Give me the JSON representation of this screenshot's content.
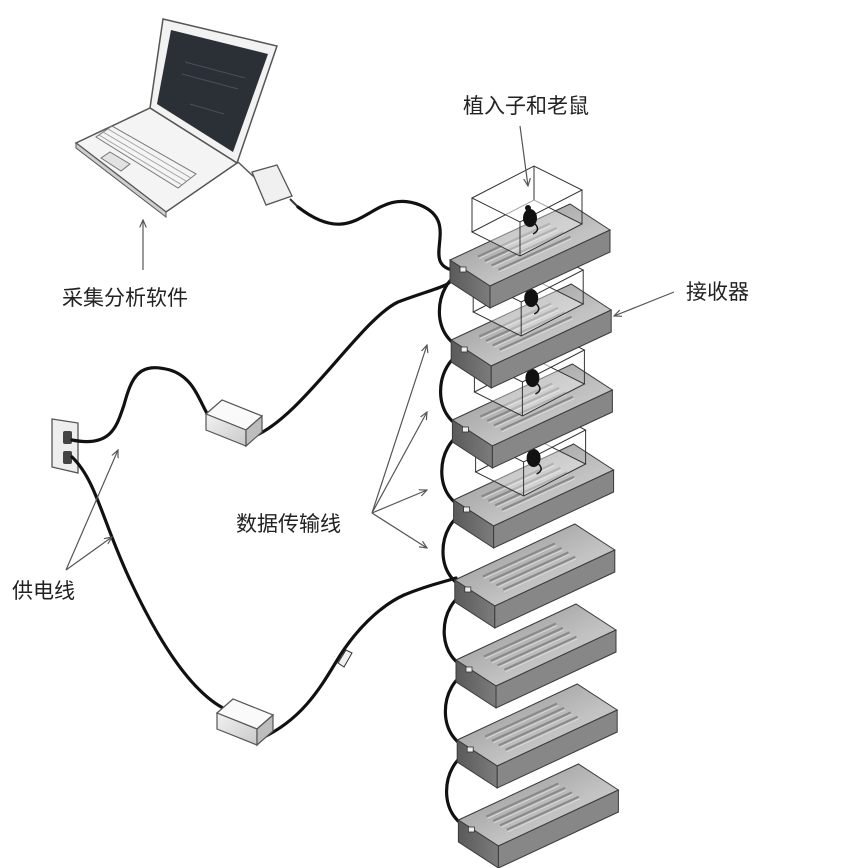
{
  "labels": {
    "implant_and_mouse": "植入子和老鼠",
    "receiver": "接收器",
    "acquisition_software": "采集分析软件",
    "data_cable": "数据传输线",
    "power_cable": "供电线"
  },
  "receiver_count": 8,
  "cage_count": 4,
  "colors": {
    "cable": "#111111",
    "receiver_top": "#b4b4b4",
    "receiver_side": "#7d7d7d",
    "receiver_front": "#666666",
    "laptop_screen": "#2b2f36"
  }
}
